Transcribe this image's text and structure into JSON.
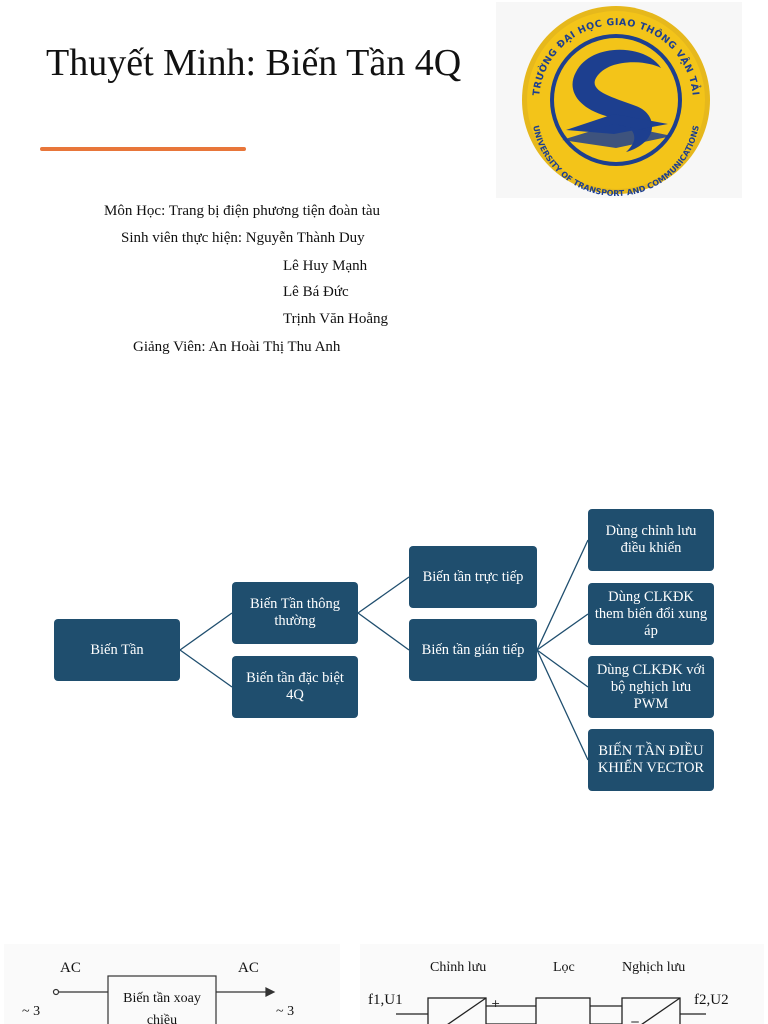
{
  "header": {
    "title": "Thuyết Minh: Biến Tần 4Q"
  },
  "logo": {
    "arc_top": "TRƯỜNG ĐẠI HỌC GIAO THÔNG VẬN TẢI",
    "arc_bottom": "UNIVERSITY OF TRANSPORT AND COMMUNICATIONS",
    "colors": {
      "ring": "#e6b81c",
      "inner": "#1d3f8f",
      "accent": "#f3c419"
    }
  },
  "info": {
    "subject": "Môn Học: Trang bị điện phương tiện đoàn tàu",
    "students_label": "Sinh viên thực hiện: Nguyễn Thành Duy",
    "student2": "Lê Huy Mạnh",
    "student3": "Lê Bá Đức",
    "student4": "Trịnh Văn Hoằng",
    "lecturer": "Giảng Viên: An Hoài Thị Thu Anh"
  },
  "diagram": {
    "root": "Biến Tần",
    "normal": "Biến Tần thông thường",
    "special": "Biến tần đặc biệt 4Q",
    "direct": "Biến tần trực tiếp",
    "indirect": "Biến tần gián tiếp",
    "leaf1": "Dùng chỉnh lưu điều khiển",
    "leaf2": "Dùng CLKĐK them biến đổi xung áp",
    "leaf3": "Dùng CLKĐK với bộ nghịch lưu PWM",
    "leaf4": "BIẾN TẦN ĐIỀU KHIỂN VECTOR",
    "colors": {
      "box": "#1f4e6e",
      "line": "#1f4e6e"
    }
  },
  "figure_left": {
    "ac_in": "AC",
    "ac_out": "AC",
    "in_phase": "~ 3",
    "out_phase": "~ 3",
    "block": "Biến tần xoay chiều"
  },
  "figure_right": {
    "rectifier": "Chỉnh lưu",
    "filter": "Lọc",
    "inverter": "Nghịch lưu",
    "input": "f1,U1",
    "output": "f2,U2"
  }
}
